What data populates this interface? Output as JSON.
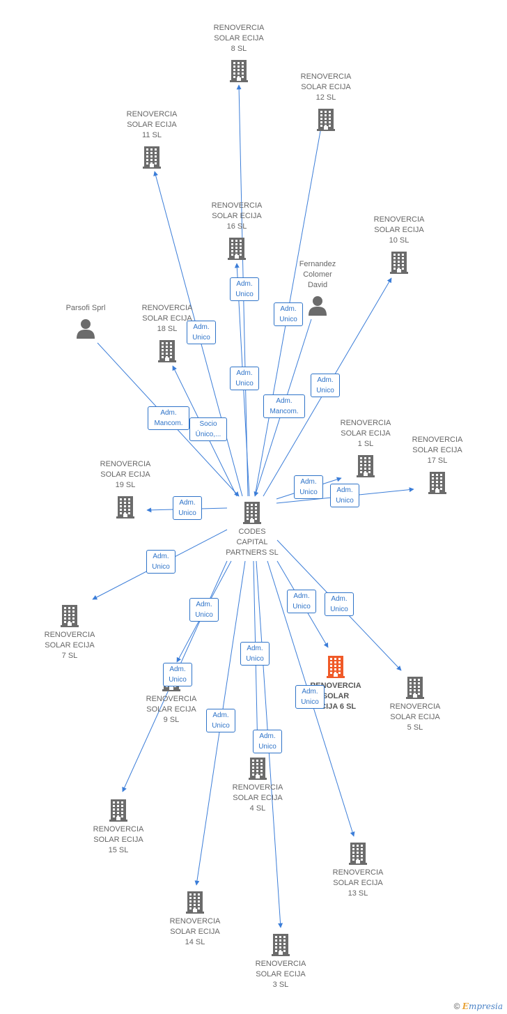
{
  "colors": {
    "edge": "#3b7dd8",
    "building": "#6b6b6b",
    "highlight": "#f05a28",
    "person": "#6b6b6b"
  },
  "nodes": [
    {
      "id": "codes",
      "label": "CODES\nCAPITAL\nPARTNERS SL",
      "icon": "building-icon"
    },
    {
      "id": "s8",
      "label": "RENOVERCIA\nSOLAR ECIJA\n8 SL",
      "icon": "building-icon"
    },
    {
      "id": "s12",
      "label": "RENOVERCIA\nSOLAR ECIJA\n12 SL",
      "icon": "building-icon"
    },
    {
      "id": "s11",
      "label": "RENOVERCIA\nSOLAR ECIJA\n11 SL",
      "icon": "building-icon"
    },
    {
      "id": "s16",
      "label": "RENOVERCIA\nSOLAR ECIJA\n16 SL",
      "icon": "building-icon"
    },
    {
      "id": "s10",
      "label": "RENOVERCIA\nSOLAR ECIJA\n10 SL",
      "icon": "building-icon"
    },
    {
      "id": "fernandez",
      "label": "Fernandez\nColomer\nDavid",
      "icon": "person-icon"
    },
    {
      "id": "parsofi",
      "label": "Parsofi Sprl",
      "icon": "person-icon"
    },
    {
      "id": "s18",
      "label": "RENOVERCIA\nSOLAR ECIJA\n18 SL",
      "icon": "building-icon"
    },
    {
      "id": "s1",
      "label": "RENOVERCIA\nSOLAR ECIJA\n1 SL",
      "icon": "building-icon"
    },
    {
      "id": "s17",
      "label": "RENOVERCIA\nSOLAR ECIJA\n17 SL",
      "icon": "building-icon"
    },
    {
      "id": "s19",
      "label": "RENOVERCIA\nSOLAR ECIJA\n19 SL",
      "icon": "building-icon"
    },
    {
      "id": "s7",
      "label": "RENOVERCIA\nSOLAR ECIJA\n7 SL",
      "icon": "building-icon"
    },
    {
      "id": "s6",
      "label": "RENOVERCIA\nSOLAR\nECIJA 6 SL",
      "icon": "building-icon",
      "highlight": true
    },
    {
      "id": "s5",
      "label": "RENOVERCIA\nSOLAR ECIJA\n5 SL",
      "icon": "building-icon"
    },
    {
      "id": "s9",
      "label": "RENOVERCIA\nSOLAR ECIJA\n9 SL",
      "icon": "building-icon"
    },
    {
      "id": "s4",
      "label": "RENOVERCIA\nSOLAR ECIJA\n4 SL",
      "icon": "building-icon"
    },
    {
      "id": "s15",
      "label": "RENOVERCIA\nSOLAR ECIJA\n15 SL",
      "icon": "building-icon"
    },
    {
      "id": "s13",
      "label": "RENOVERCIA\nSOLAR ECIJA\n13 SL",
      "icon": "building-icon"
    },
    {
      "id": "s14",
      "label": "RENOVERCIA\nSOLAR ECIJA\n14 SL",
      "icon": "building-icon"
    },
    {
      "id": "s3",
      "label": "RENOVERCIA\nSOLAR ECIJA\n3 SL",
      "icon": "building-icon"
    }
  ],
  "edges": [
    {
      "from": "codes",
      "to": "s8",
      "label": "Adm.\nUnico"
    },
    {
      "from": "codes",
      "to": "s12",
      "label": "Adm.\nUnico"
    },
    {
      "from": "codes",
      "to": "s11",
      "label": "Adm.\nUnico"
    },
    {
      "from": "codes",
      "to": "s16",
      "label": "Adm.\nUnico"
    },
    {
      "from": "codes",
      "to": "s10",
      "label": "Adm.\nUnico"
    },
    {
      "from": "fernandez",
      "to": "codes",
      "label": "Adm.\nMancom."
    },
    {
      "from": "parsofi",
      "to": "codes",
      "label": "Adm.\nMancom."
    },
    {
      "from": "codes",
      "to": "s18",
      "label": "Socio\nÚnico,..."
    },
    {
      "from": "codes",
      "to": "s1",
      "label": "Adm.\nUnico"
    },
    {
      "from": "codes",
      "to": "s17",
      "label": "Adm.\nUnico"
    },
    {
      "from": "codes",
      "to": "s19",
      "label": "Adm.\nUnico"
    },
    {
      "from": "codes",
      "to": "s7",
      "label": "Adm.\nUnico"
    },
    {
      "from": "codes",
      "to": "s6",
      "label": "Adm.\nUnico"
    },
    {
      "from": "codes",
      "to": "s5",
      "label": "Adm.\nUnico"
    },
    {
      "from": "codes",
      "to": "s9",
      "label": "Adm.\nUnico"
    },
    {
      "from": "codes",
      "to": "s4",
      "label": "Adm.\nUnico"
    },
    {
      "from": "codes",
      "to": "s15",
      "label": "Adm.\nUnico"
    },
    {
      "from": "codes",
      "to": "s13",
      "label": "Adm.\nUnico"
    },
    {
      "from": "codes",
      "to": "s14",
      "label": "Adm.\nUnico"
    },
    {
      "from": "codes",
      "to": "s3",
      "label": "Adm.\nUnico"
    }
  ],
  "footer": {
    "copyright": "©",
    "brand_first": "E",
    "brand_rest": "mpresia"
  }
}
